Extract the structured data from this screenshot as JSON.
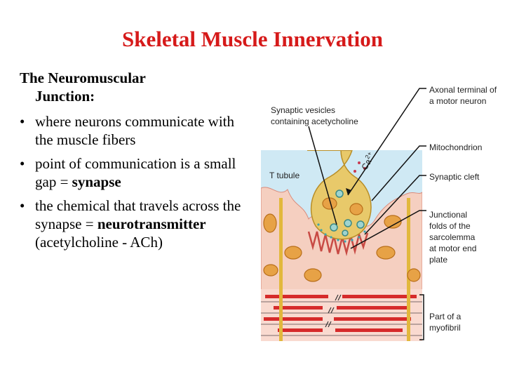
{
  "title": {
    "text": "Skeletal Muscle Innervation",
    "color": "#d61a1a"
  },
  "heading": {
    "line1": "The Neuromuscular",
    "line2": "Junction:"
  },
  "bullets": [
    {
      "pre": "where neurons communicate with the muscle fibers",
      "bold": "",
      "post": ""
    },
    {
      "pre": "point of communication is a small gap = ",
      "bold": "synapse",
      "post": ""
    },
    {
      "pre": "the chemical that travels across the synapse = ",
      "bold": "neurotransmitter",
      "post": " (acetylcholine - ACh)"
    }
  ],
  "bullet_glyph": "•",
  "figure": {
    "labels": {
      "vesicles_1": "Synaptic vesicles",
      "vesicles_2": "containing acetycholine",
      "t_tubule": "T tubule",
      "ca": "Ca",
      "ca_sup": "2+",
      "axonal_1": "Axonal terminal of",
      "axonal_2": "a motor neuron",
      "mito": "Mitochondrion",
      "cleft": "Synaptic cleft",
      "folds_1": "Junctional",
      "folds_2": "folds of the",
      "folds_3": "sarcolemma",
      "folds_4": "at motor end",
      "folds_5": "plate",
      "myo_1": "Part of a",
      "myo_2": "myofibril"
    },
    "colors": {
      "background": "#cfe9f4",
      "muscle": "#f5cfc0",
      "terminal": "#e8c96a",
      "mitochondria": "#e7a246",
      "myofibril_band": "#d62b2b",
      "t_tubule": "#e2b83c"
    }
  }
}
